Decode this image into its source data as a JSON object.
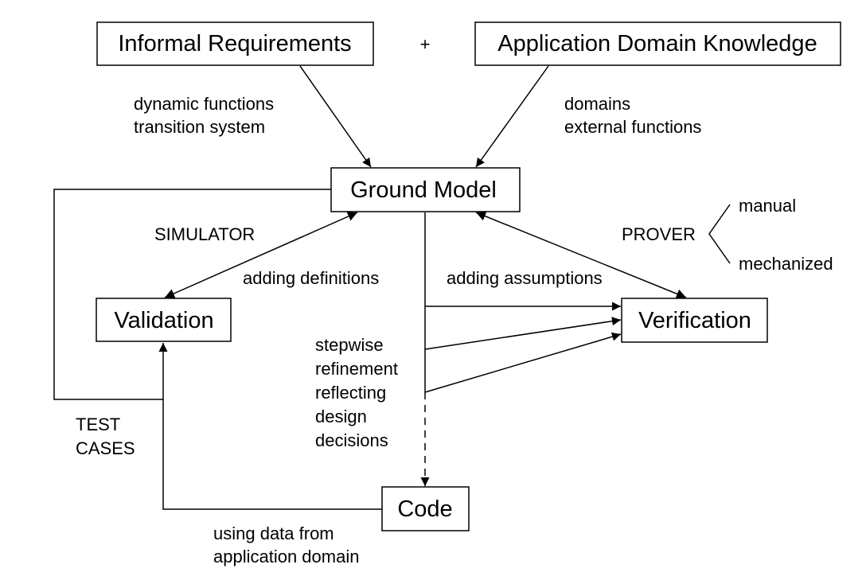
{
  "boxes": {
    "informal_requirements": "Informal Requirements",
    "application_domain_knowledge": "Application Domain Knowledge",
    "ground_model": "Ground Model",
    "validation": "Validation",
    "verification": "Verification",
    "code": "Code"
  },
  "plus": "+",
  "labels": {
    "dynamic_functions": "dynamic functions",
    "transition_system": "transition system",
    "domains": "domains",
    "external_functions": "external functions",
    "simulator": "SIMULATOR",
    "adding_definitions": "adding definitions",
    "adding_assumptions": "adding assumptions",
    "prover": "PROVER",
    "manual": "manual",
    "mechanized": "mechanized",
    "stepwise": "stepwise",
    "refinement": "refinement",
    "reflecting": "reflecting",
    "design": "design",
    "decisions": "decisions",
    "test": "TEST",
    "cases": "CASES",
    "using_data_from": "using data from",
    "application_domain": "application domain"
  }
}
